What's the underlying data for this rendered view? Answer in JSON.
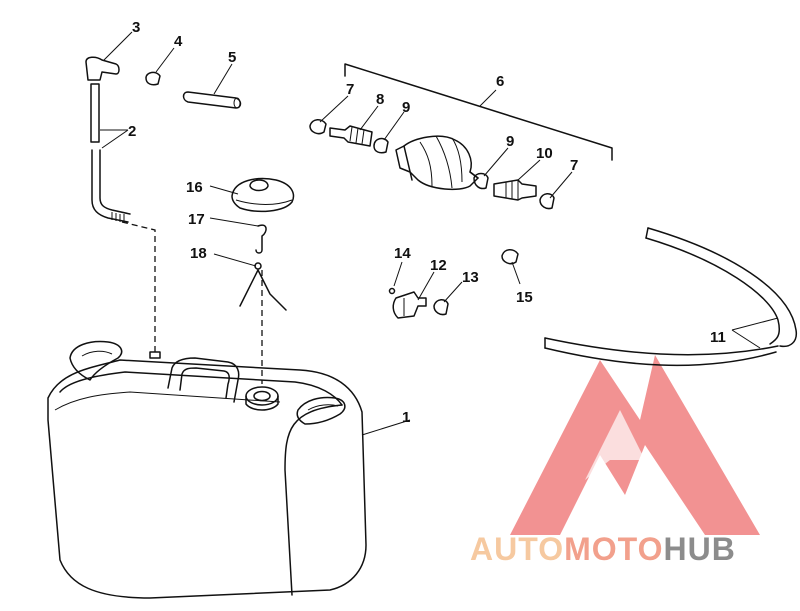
{
  "diagram": {
    "callouts": {
      "c1": "1",
      "c2": "2",
      "c3": "3",
      "c4": "4",
      "c5": "5",
      "c6": "6",
      "c7a": "7",
      "c7b": "7",
      "c8": "8",
      "c9a": "9",
      "c9b": "9",
      "c10": "10",
      "c11": "11",
      "c12": "12",
      "c13": "13",
      "c14": "14",
      "c15": "15",
      "c16": "16",
      "c17": "17",
      "c18": "18"
    }
  },
  "watermark": {
    "part1": "AUTO",
    "part2": "MOTO",
    "part3": "HUB",
    "colors": {
      "auto": "#f6c9a0",
      "moto": "#f2a08c",
      "hub": "#8c8c8c",
      "triangle": "#f07f7f"
    }
  }
}
